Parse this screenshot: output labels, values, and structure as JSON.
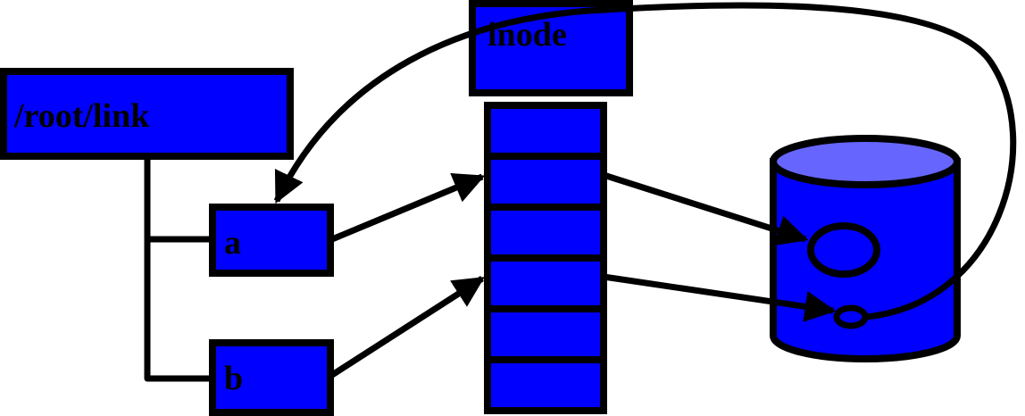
{
  "diagram": {
    "path_label": "/root/link",
    "entry_a": "a",
    "entry_b": "b",
    "inode_label": "inode"
  },
  "colors": {
    "box_fill": "#0000ff",
    "disk_top": "#6666ff",
    "outline": "#000000"
  }
}
